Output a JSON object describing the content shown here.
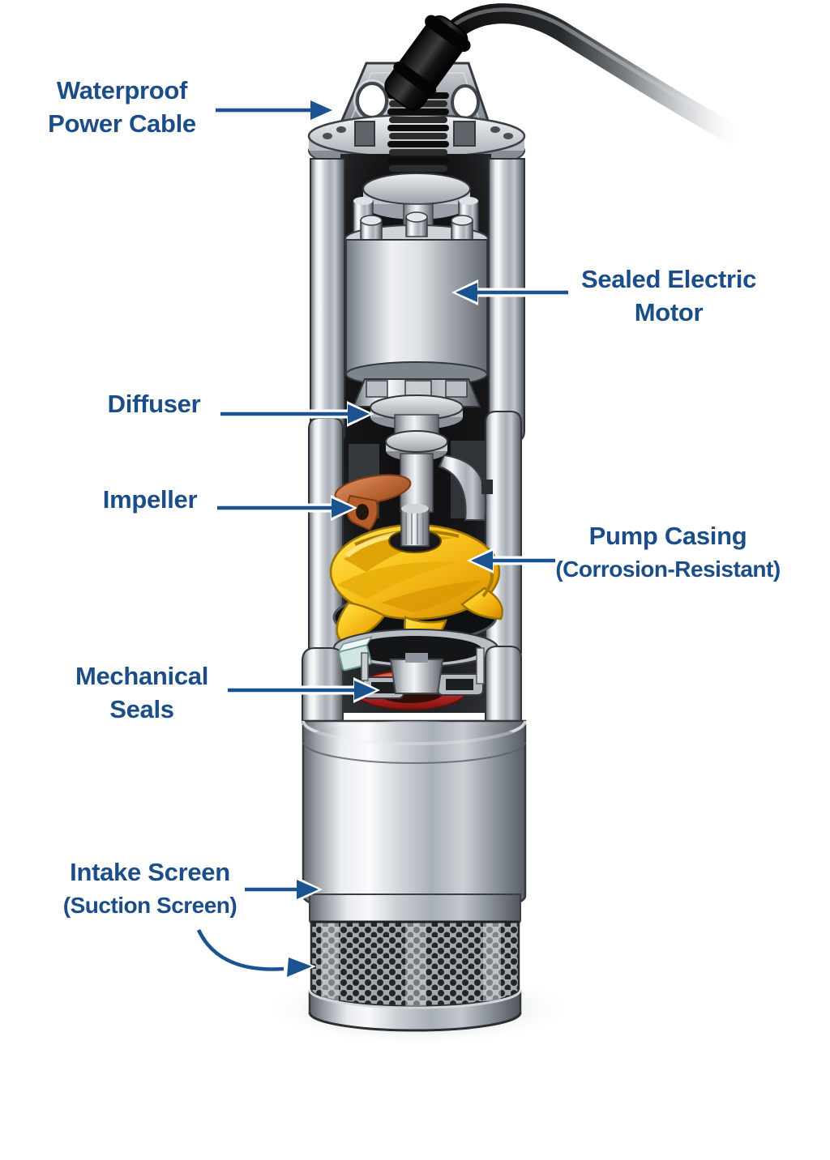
{
  "diagram": {
    "colors": {
      "background": "#ffffff",
      "text": "#1b4d88",
      "arrow": "#1b5390"
    },
    "labels": {
      "power_cable": {
        "line1": "Waterproof",
        "line2": "Power Cable"
      },
      "motor": {
        "line1": "Sealed Electric",
        "line2": "Motor"
      },
      "diffuser": {
        "line1": "Diffuser"
      },
      "impeller": {
        "line1": "Impeller"
      },
      "pump_casing": {
        "line1": "Pump Casing",
        "line2": "(Corrosion-Resistant)"
      },
      "mechanical_seals": {
        "line1": "Mechanical",
        "line2": "Seals"
      },
      "intake_screen": {
        "line1": "Intake Screen",
        "line2": "(Suction Screen)"
      }
    },
    "part_colors": {
      "impeller": "#f7c31c",
      "wear_ring": "#c06a38",
      "seal_ring": "#c1272d",
      "cable": "#141414",
      "housing_metal": "#c9ced4"
    }
  }
}
